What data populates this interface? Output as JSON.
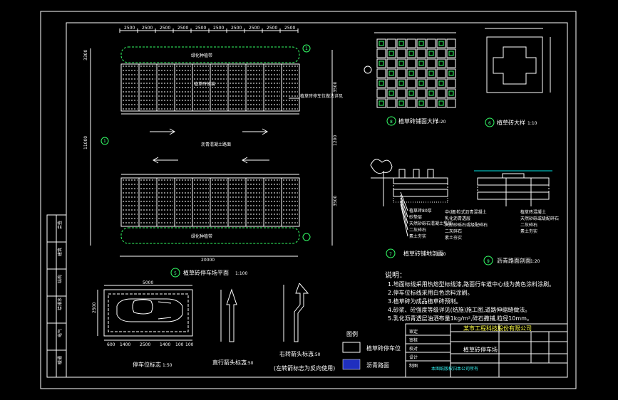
{
  "dims_top": [
    "2500",
    "2500",
    "2500",
    "2500",
    "2500",
    "2500",
    "2500",
    "2500",
    "2500",
    "2500"
  ],
  "dim_bottom": "20000",
  "dims_right": [
    "3500",
    "1200",
    "3500"
  ],
  "dims_left": [
    "3300",
    "11000"
  ],
  "plan": {
    "green_top": "绿化种植带",
    "paving_top": "植草砖铺装",
    "road": "沥青混凝土路面",
    "green_bottom": "绿化种植带",
    "side_note": "植草砖停车位做法详见",
    "marker_1": "1",
    "caption_num": "5",
    "caption": "植草砖停车场平面",
    "caption_scale": "1:100"
  },
  "detail8": {
    "num": "8",
    "caption": "植草砖铺面大样",
    "scale": "1:20"
  },
  "detail6": {
    "num": "6",
    "caption": "植草砖大样",
    "scale": "1:10"
  },
  "detail7": {
    "num": "7",
    "caption": "植草砖铺地剖面",
    "scale": "1:20",
    "labels": [
      "植草砖80厚",
      "砂垫层",
      "天然砂砾石混凝土垫层",
      "二灰碎石",
      "素土夯实"
    ]
  },
  "detail_right": {
    "num": "9",
    "caption": "沥青路面剖面",
    "scale": "1:20",
    "labels_left": [
      "中(细)粒式沥青混凝土",
      "乳化沥青透层",
      "天然砂砾石或级配碎石",
      "二灰碎石",
      "素土夯实"
    ],
    "labels_right": [
      "植草砖混凝土",
      "天然砂砾或级配碎石",
      "二灰碎石",
      "素土夯实"
    ]
  },
  "notes": {
    "title": "说明：",
    "items": [
      "1.地面标线采用热熔型标线漆,路面行车道中心线为黄色涂料涂刷。",
      "2.停车位标线采用白色涂料涂刷。",
      "3.植草砖为成品植草砖预制。",
      "4.砂浆、砼强度等级详见(结施)施工图,道路伸缩缝做法。",
      "5.乳化沥青透层油洒布量1kg/m²,碎石撒铺,粒径10mm。"
    ]
  },
  "car": {
    "dims_top": "5000",
    "dims_bottom": [
      "600",
      "1400",
      "2500",
      "1400",
      "100",
      "100"
    ],
    "dim_side": "2500",
    "caption": "停车位标志",
    "scale": "1:50"
  },
  "arrow_straight": {
    "caption": "直行箭头标志",
    "scale": "1:50"
  },
  "arrow_turn": {
    "caption": "右转箭头标志",
    "scale": "1:50"
  },
  "bottom_note": "(左转箭标志为反向使用)",
  "legend": {
    "title": "图例",
    "item1": "植草砖停车位",
    "item2": "沥青路面"
  },
  "title_block": {
    "company": "某市工程科技股份有限公司",
    "drawing_name": "植草砖停车场",
    "notes_small": "本图纸版权归本公司所有",
    "rows": [
      "审定",
      "审核",
      "校对",
      "设计",
      "制图"
    ]
  },
  "left_strip": [
    "会签",
    "建筑",
    "结构",
    "给排水",
    "电气",
    "暖通"
  ],
  "colors": {
    "background": "#000000",
    "frame": "#ffffff",
    "cyan": "#00e5e5",
    "magenta": "#ff40ff",
    "green": "#33ff66",
    "yellow": "#ffff33"
  }
}
